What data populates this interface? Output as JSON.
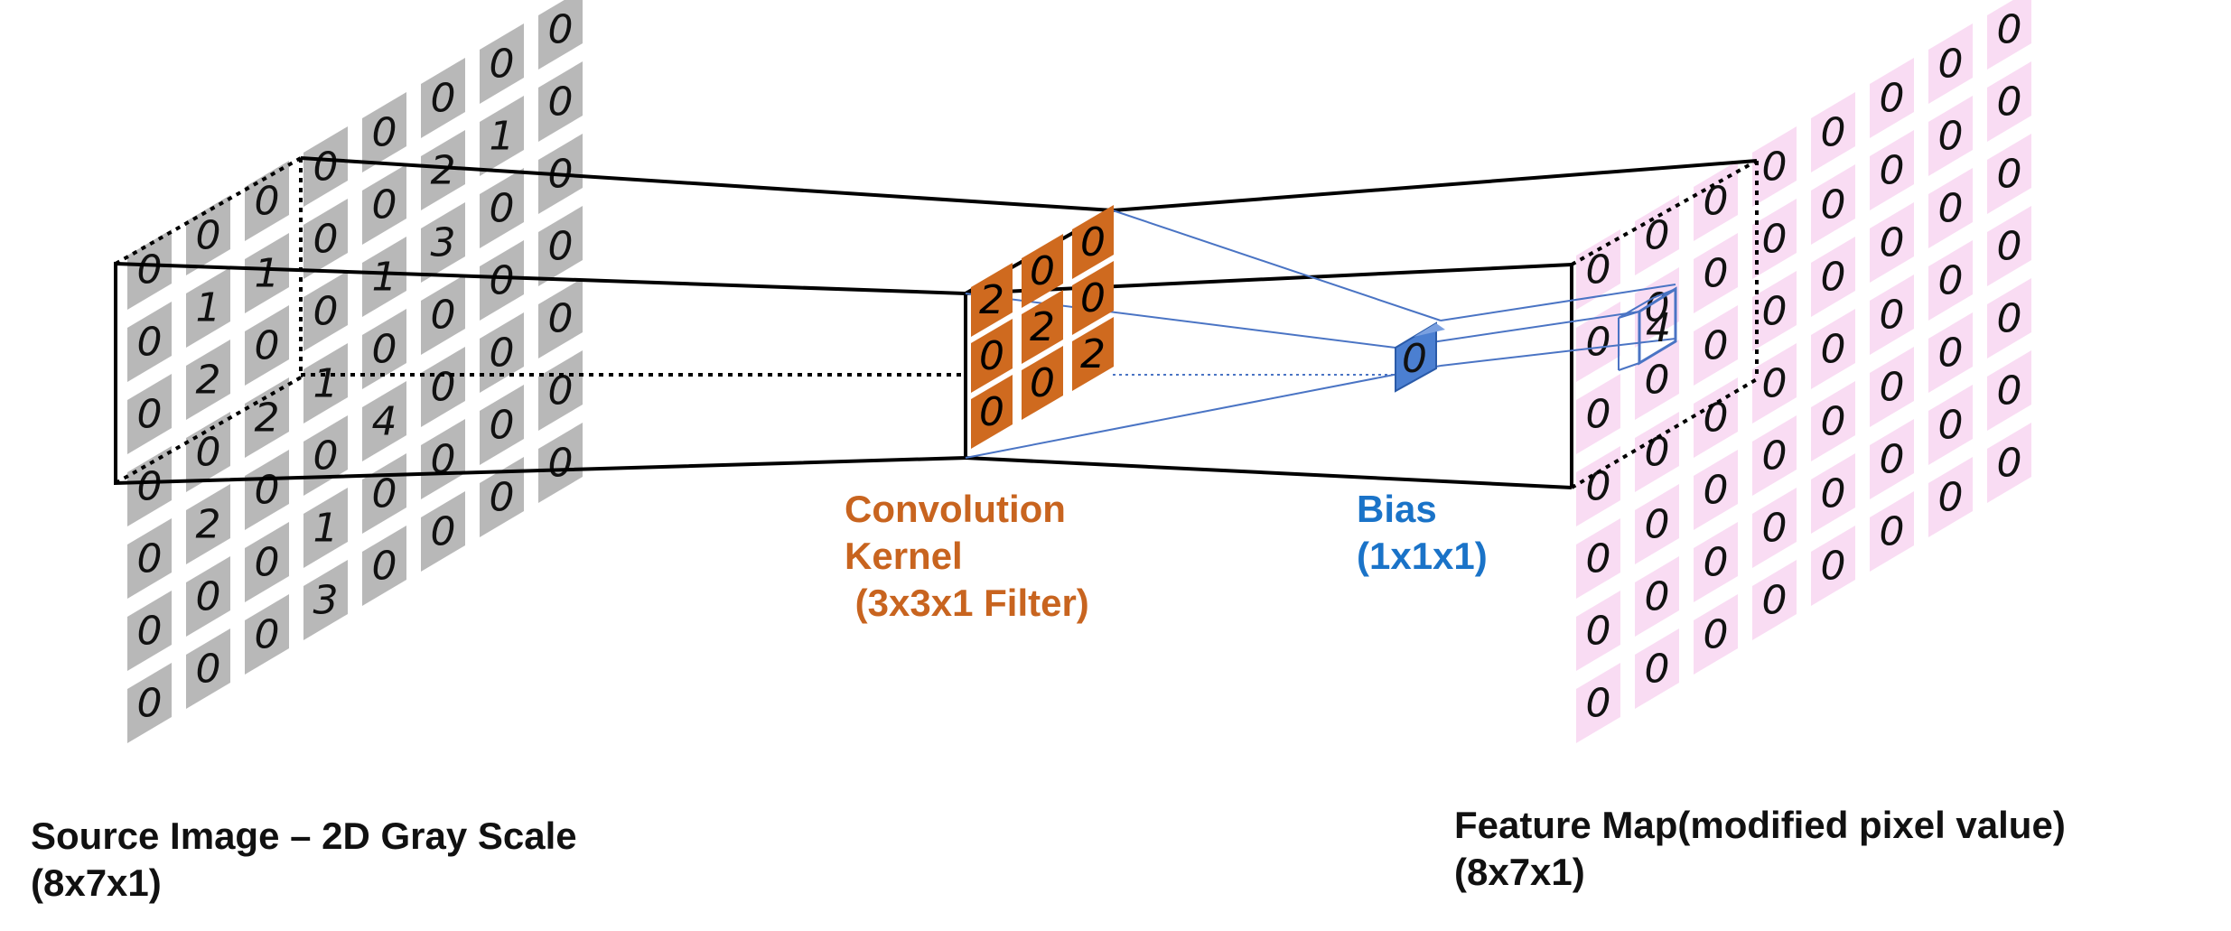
{
  "source_grid": [
    [
      "0",
      "0",
      "0",
      "0",
      "0",
      "0",
      "0",
      "0"
    ],
    [
      "0",
      "1",
      "1",
      "0",
      "0",
      "2",
      "1",
      "0"
    ],
    [
      "0",
      "2",
      "0",
      "0",
      "1",
      "3",
      "0",
      "0"
    ],
    [
      "0",
      "0",
      "2",
      "1",
      "0",
      "0",
      "0",
      "0"
    ],
    [
      "0",
      "2",
      "0",
      "0",
      "4",
      "0",
      "0",
      "0"
    ],
    [
      "0",
      "0",
      "0",
      "1",
      "0",
      "0",
      "0",
      "0"
    ],
    [
      "0",
      "0",
      "0",
      "3",
      "0",
      "0",
      "0",
      "0"
    ]
  ],
  "kernel": [
    [
      "2",
      "0",
      "0"
    ],
    [
      "0",
      "2",
      "0"
    ],
    [
      "0",
      "0",
      "2"
    ]
  ],
  "bias_value": "0",
  "output_value": "4",
  "feature_value": "0",
  "labels": {
    "kernel": [
      "Convolution",
      "Kernel",
      " (3x3x1 Filter)"
    ],
    "bias": [
      "Bias",
      "(1x1x1)"
    ],
    "source": [
      "Source Image – 2D Gray Scale",
      "(8x7x1)"
    ],
    "feature": [
      "Feature Map(modified pixel value)",
      "(8x7x1)"
    ]
  },
  "colors": {
    "source_cell": "#b8b8b8",
    "feature_cell": "#f9dcf3",
    "kernel_cell": "#cf6a1f",
    "bias_cell": "#4b7fd1",
    "kernel_text": "#c8641f",
    "bias_text": "#1a73c8",
    "connector": "#4a74c4"
  }
}
